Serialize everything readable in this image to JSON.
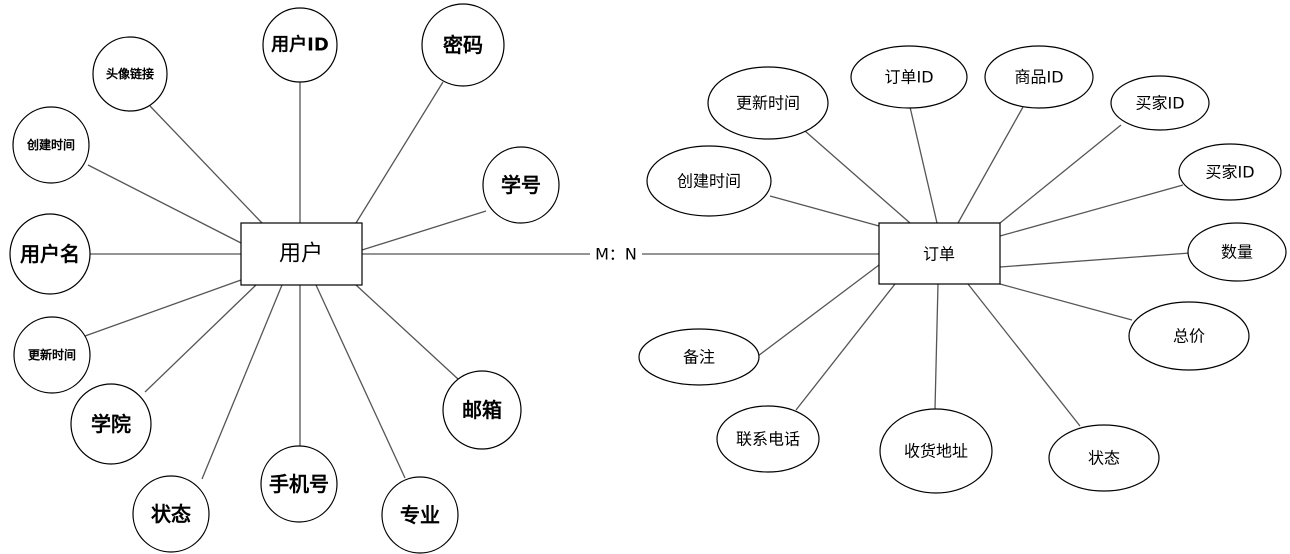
{
  "entities": {
    "user": "用户",
    "order": "订单"
  },
  "relationship": {
    "label": "M：N"
  },
  "user_attributes": {
    "user_id": "用户ID",
    "password": "密码",
    "avatar_link": "头像链接",
    "created_time": "创建时间",
    "student_no": "学号",
    "username": "用户名",
    "updated_time": "更新时间",
    "college": "学院",
    "status": "状态",
    "phone": "手机号",
    "major": "专业",
    "email": "邮箱"
  },
  "order_attributes": {
    "order_id": "订单ID",
    "product_id": "商品ID",
    "updated_time": "更新时间",
    "buyer_id_1": "买家ID",
    "created_time": "创建时间",
    "buyer_id_2": "买家ID",
    "quantity": "数量",
    "total_price": "总价",
    "remark": "备注",
    "contact_phone": "联系电话",
    "shipping_address": "收货地址",
    "status": "状态"
  }
}
